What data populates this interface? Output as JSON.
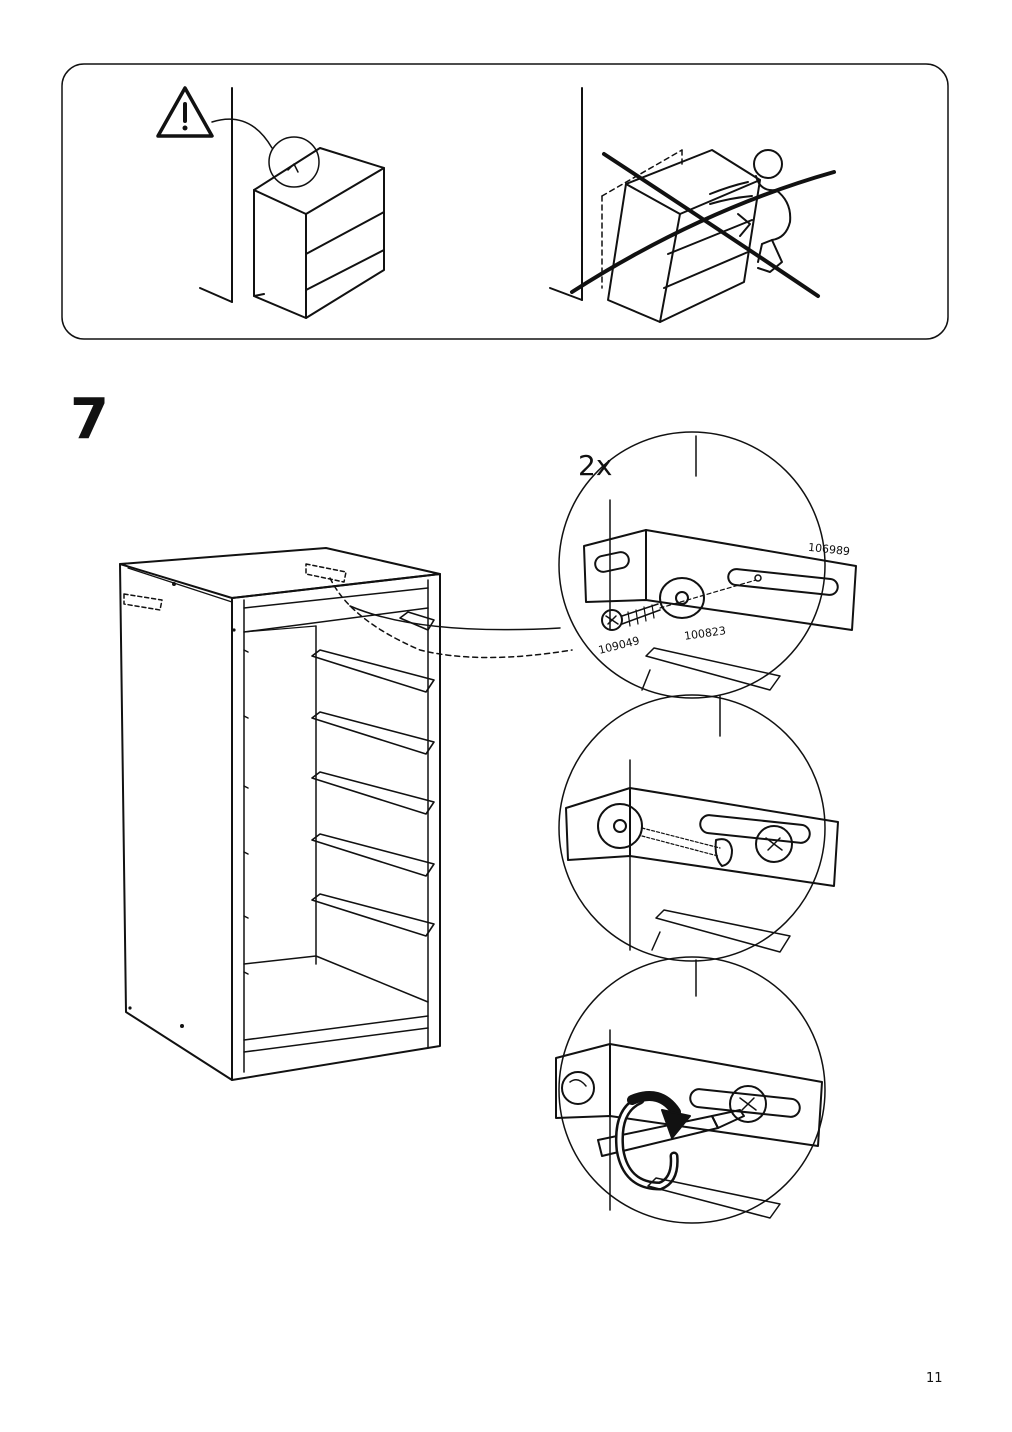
{
  "step": {
    "number": "7",
    "quantity": "2x"
  },
  "parts": {
    "bracket": "106989",
    "screw": "109049",
    "washer": "100823"
  },
  "page": {
    "number": "11"
  },
  "icons": {
    "warning": "warning-triangle-icon",
    "rotate": "clockwise-rotation-arrow-icon",
    "prohibited": "prohibited-cross-icon"
  }
}
